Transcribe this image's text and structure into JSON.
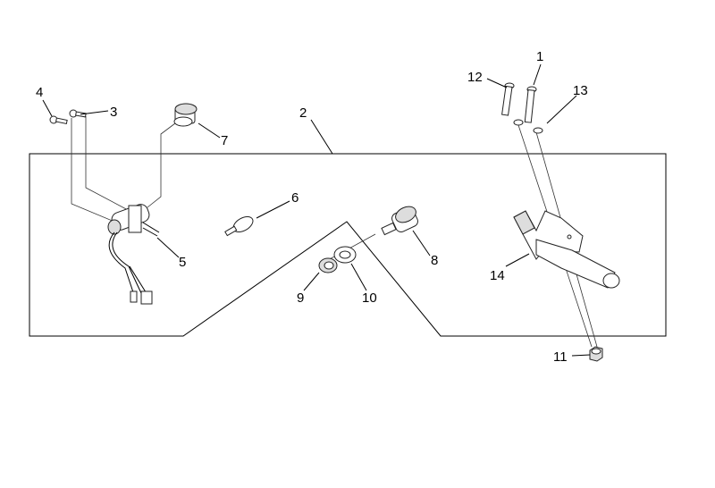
{
  "diagram": {
    "title": "Ignition switch and key assembly exploded parts diagram",
    "callouts": {
      "c1": "1",
      "c2": "2",
      "c3": "3",
      "c4": "4",
      "c5": "5",
      "c6": "6",
      "c7": "7",
      "c8": "8",
      "c9": "9",
      "c10": "10",
      "c11": "11",
      "c12": "12",
      "c13": "13",
      "c14": "14"
    }
  }
}
